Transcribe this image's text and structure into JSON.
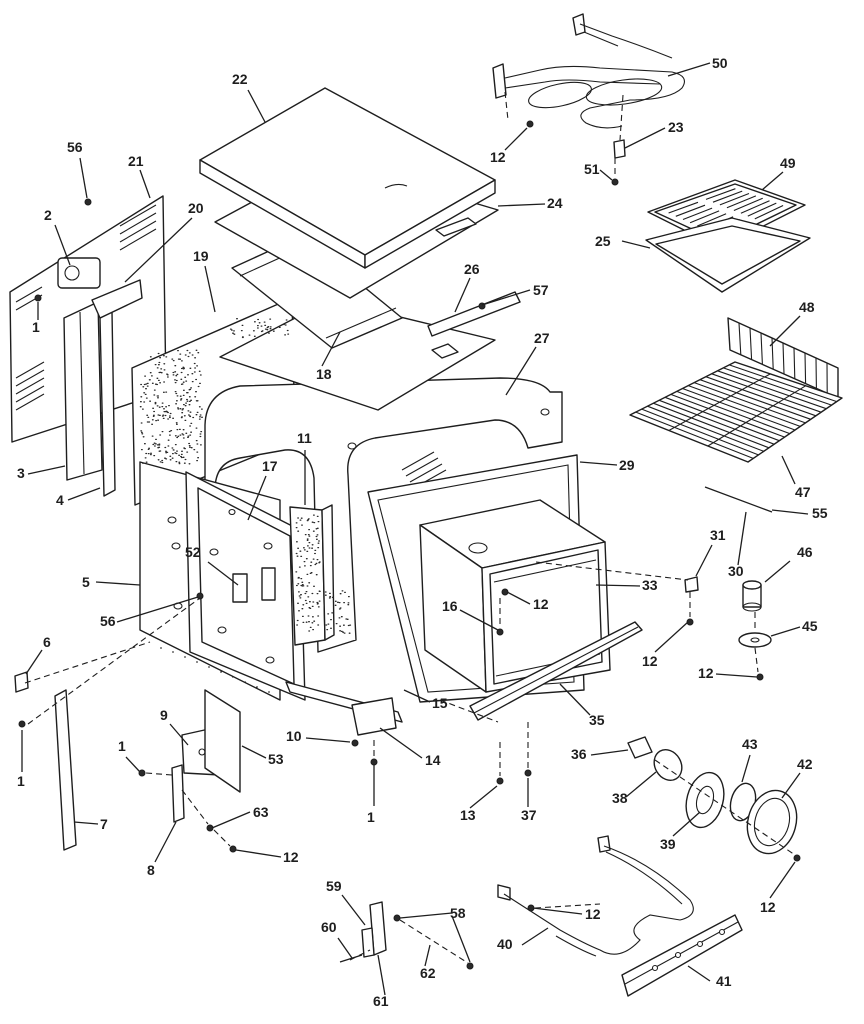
{
  "callouts": [
    "22",
    "50",
    "12",
    "23",
    "51",
    "49",
    "56",
    "21",
    "20",
    "2",
    "24",
    "25",
    "19",
    "26",
    "57",
    "48",
    "1",
    "27",
    "18",
    "29",
    "3",
    "11",
    "17",
    "47",
    "4",
    "55",
    "31",
    "30",
    "46",
    "5",
    "52",
    "33",
    "56",
    "12",
    "16",
    "45",
    "6",
    "12",
    "12",
    "15",
    "35",
    "9",
    "10",
    "14",
    "53",
    "1",
    "36",
    "43",
    "42",
    "1",
    "38",
    "7",
    "1",
    "13",
    "37",
    "63",
    "39",
    "12",
    "8",
    "12",
    "59",
    "58",
    "12",
    "60",
    "40",
    "62",
    "41",
    "61"
  ]
}
